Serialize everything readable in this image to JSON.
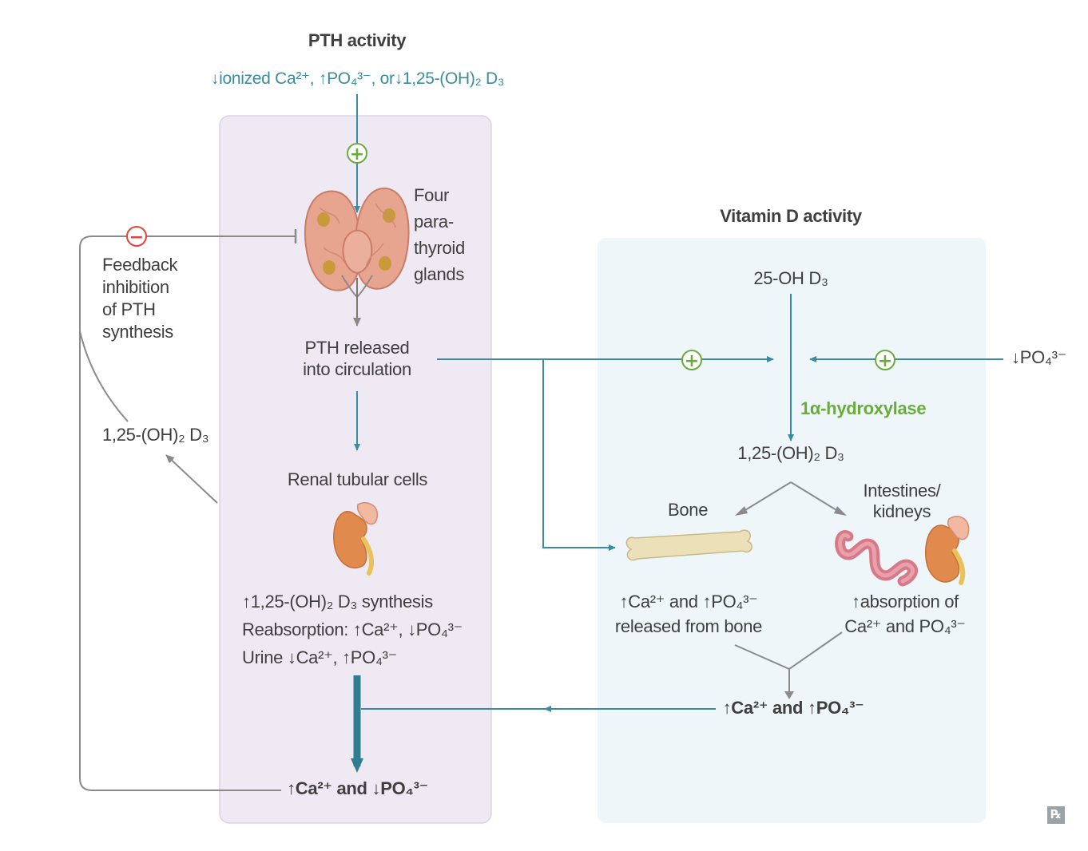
{
  "pth_activity": {
    "title": "PTH activity",
    "stimulus": "↓ionized Ca²⁺, ↑PO₄³⁻, or↓1,25-(OH)₂ D₃",
    "glands_label": [
      "Four",
      "para-",
      "thyroid",
      "glands"
    ],
    "pth_released": [
      "PTH released",
      "into circulation"
    ],
    "renal_cells": "Renal tubular cells",
    "renal_effects": [
      "↑1,25-(OH)₂ D₃ synthesis",
      "Reabsorption: ↑Ca²⁺, ↓PO₄³⁻",
      "Urine ↓Ca²⁺, ↑PO₄³⁻"
    ],
    "result": "↑Ca²⁺ and ↓PO₄³⁻"
  },
  "feedback": {
    "label": [
      "Feedback",
      "inhibition",
      "of PTH",
      "synthesis"
    ],
    "calcitriol": "1,25-(OH)₂ D₃"
  },
  "vitamin_d_activity": {
    "title": "Vitamin D activity",
    "precursor": "25-OH D₃",
    "low_phosphate": "↓PO₄³⁻",
    "enzyme": "1α-hydroxylase",
    "product": "1,25-(OH)₂ D₃",
    "bone_label": "Bone",
    "intestines_label": [
      "Intestines/",
      "kidneys"
    ],
    "bone_effect": [
      "↑Ca²⁺ and ↑PO₄³⁻",
      "released from bone"
    ],
    "intestine_effect": [
      "↑absorption of",
      "Ca²⁺ and PO₄³⁻"
    ],
    "result": "↑Ca²⁺ and ↑PO₄³⁻"
  },
  "symbols": {
    "plus": "+",
    "minus": "−"
  },
  "logo": "℞",
  "colors": {
    "teal": "#3a8c9e",
    "green": "#6bab3e",
    "red": "#e0463c",
    "pth_panel": "#efe9f3",
    "vitd_panel": "#eef6fa",
    "gray_arrow": "#8a8a8a"
  }
}
